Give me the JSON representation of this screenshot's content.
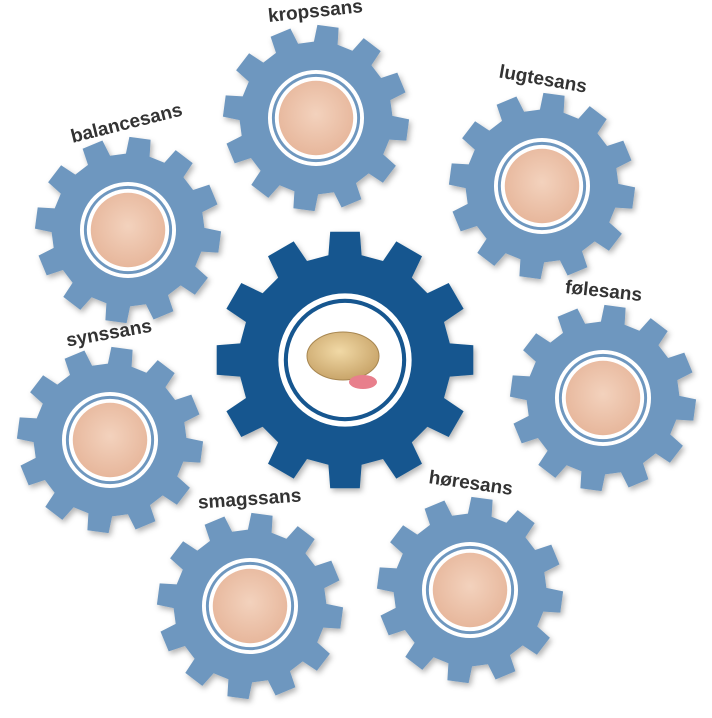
{
  "colors": {
    "center_gear": "#13568F",
    "sense_gear": "#6E97BF",
    "ring": "#ffffff"
  },
  "center": {
    "name": "brain",
    "image": "brain-image"
  },
  "senses": [
    {
      "label": "kropssans",
      "image": "body-image"
    },
    {
      "label": "lugtesans",
      "image": "nose-image"
    },
    {
      "label": "balancesans",
      "image": "stacked-stones-image"
    },
    {
      "label": "følesans",
      "image": "finger-image"
    },
    {
      "label": "synssans",
      "image": "eye-image"
    },
    {
      "label": "smagssans",
      "image": "mouth-image"
    },
    {
      "label": "høresans",
      "image": "ear-image"
    }
  ]
}
